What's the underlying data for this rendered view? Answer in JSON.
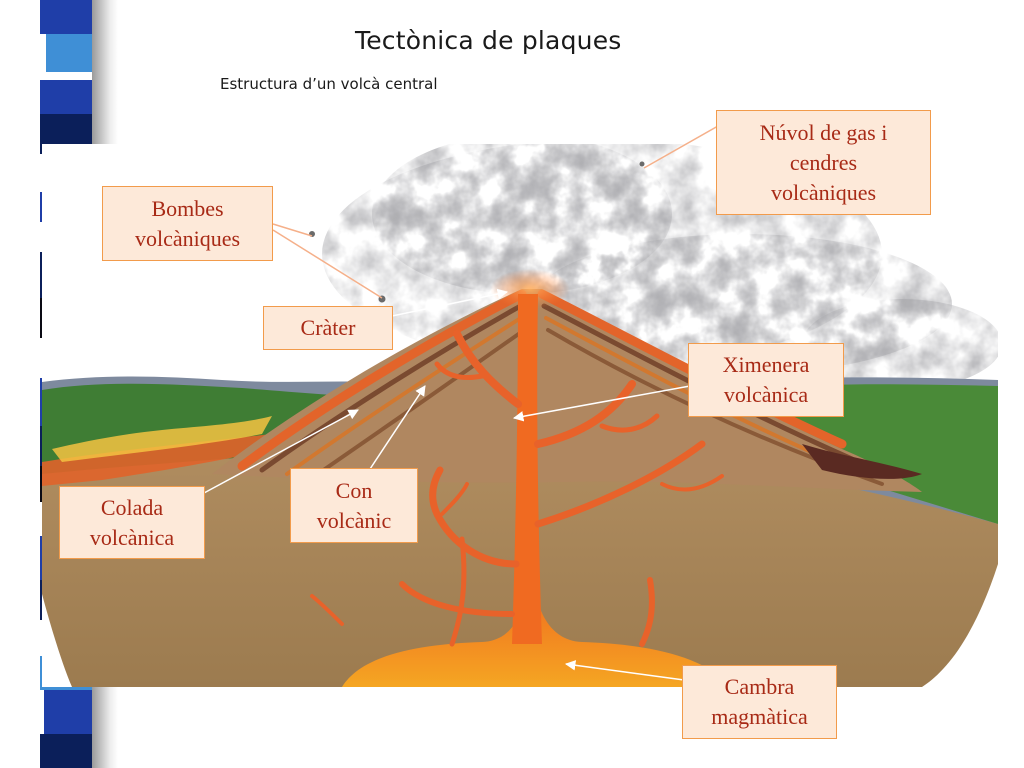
{
  "slide": {
    "title": "Tectònica de plaques",
    "subtitle": "Estructura d’un volcà central"
  },
  "labels": {
    "gas_cloud": "Núvol de gas i\ncendres\nvolcàniques",
    "volcanic_bombs": "Bombes\nvolcàniques",
    "crater": "Cràter",
    "chimney": "Ximenera\nvolcànica",
    "lava_flow": "Colada\nvolcànica",
    "volcanic_cone": "Con\nvolcànic",
    "magma_chamber": "Cambra\nmagmàtica"
  },
  "colors": {
    "callout_fill": "#fde9d9",
    "callout_border": "#f29b4b",
    "callout_text": "#a82a16",
    "magma": "#f06a21",
    "strip_blue_dark": "#1f3ea8",
    "strip_blue_light": "#3f8fd6",
    "strip_navy": "#0b1f5a"
  }
}
